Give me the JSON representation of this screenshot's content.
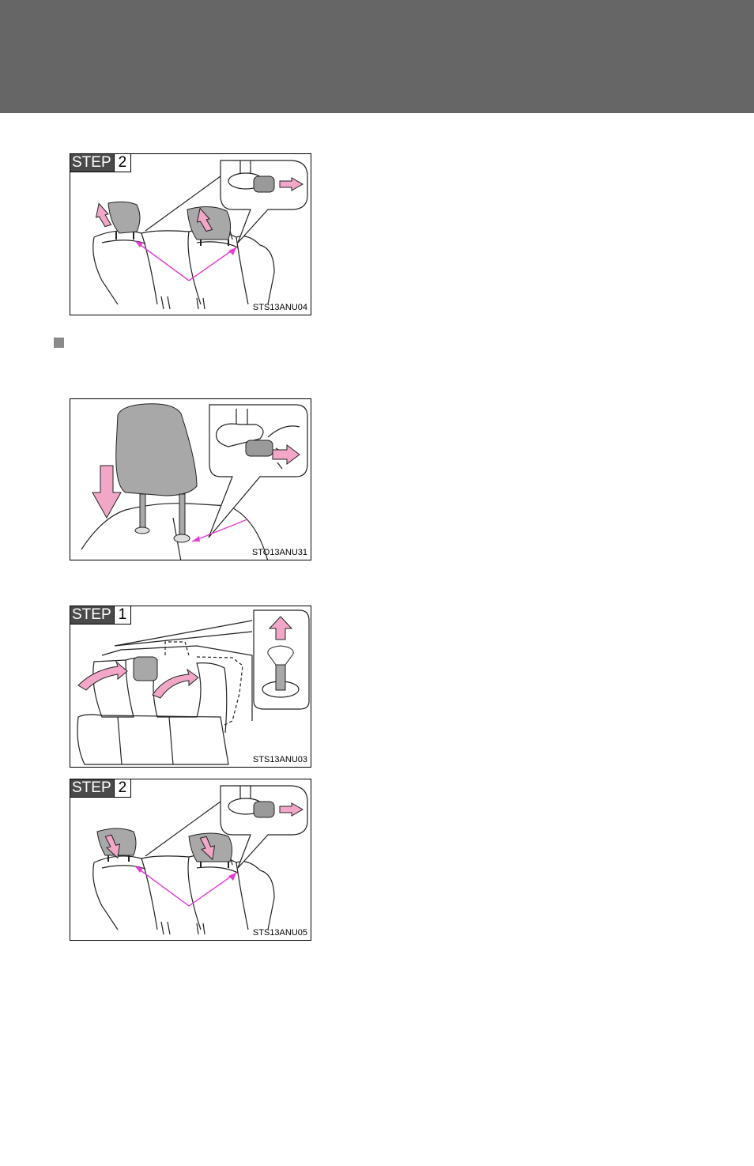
{
  "figures": [
    {
      "step_word": "STEP",
      "step_num": "2",
      "code": "STS13ANU04"
    },
    {
      "code": "STO13ANU31"
    },
    {
      "step_word": "STEP",
      "step_num": "1",
      "code": "STS13ANU03"
    },
    {
      "step_word": "STEP",
      "step_num": "2",
      "code": "STS13ANU05"
    }
  ],
  "colors": {
    "header": "#666666",
    "arrow_fill": "#f2a7c9",
    "pointer_line": "#e43bd6"
  }
}
